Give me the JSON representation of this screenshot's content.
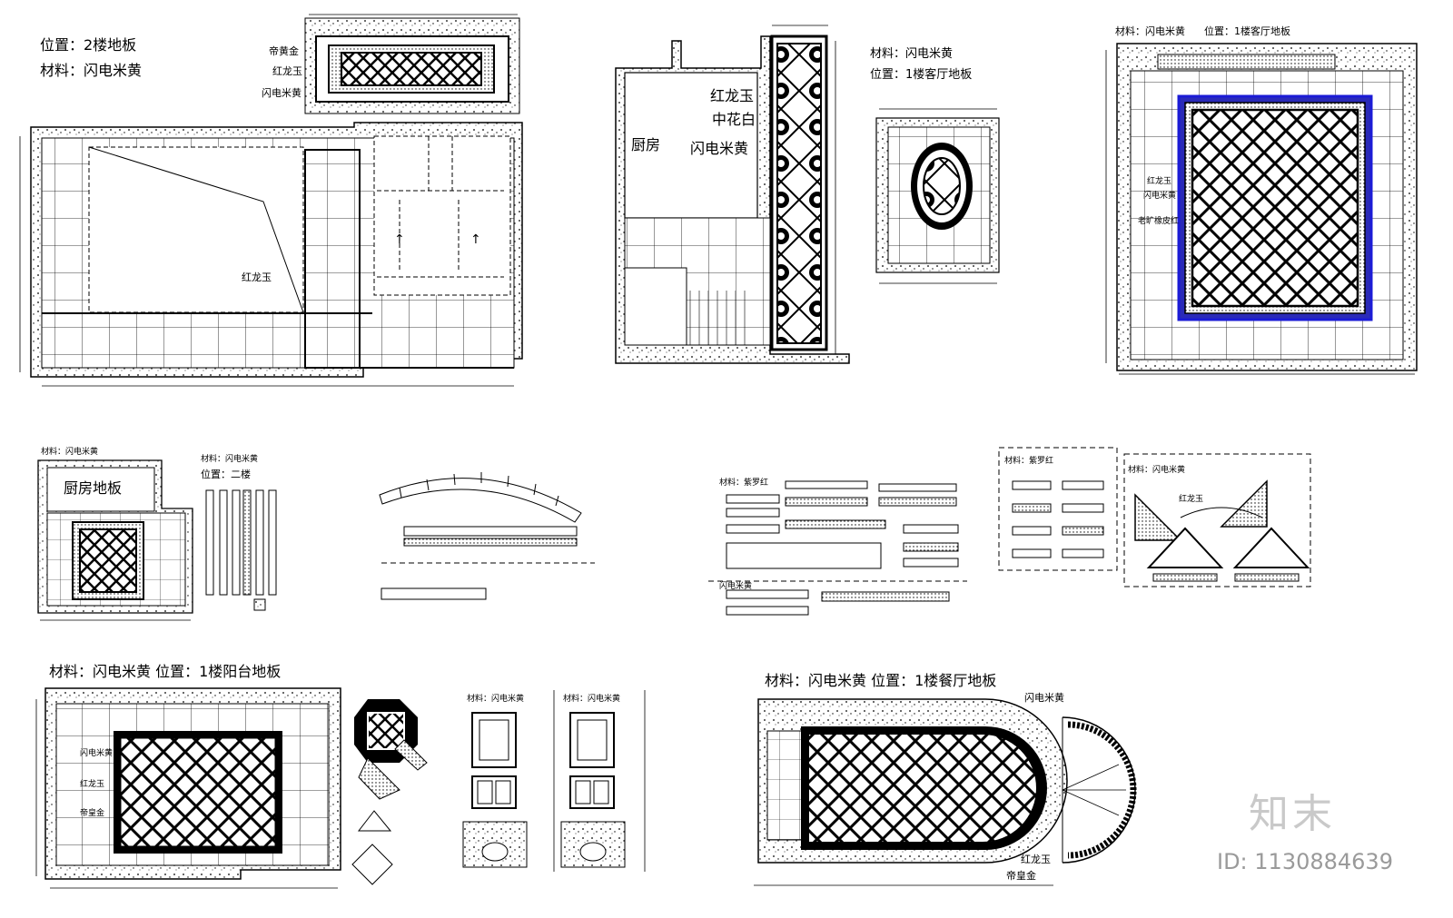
{
  "plan_tl": {
    "location": "位置：2楼地板",
    "material": "材料：闪电米黄",
    "callout_1": "帝黄金",
    "callout_2": "红龙玉",
    "callout_3": "闪电米黄",
    "region_label": "红龙玉"
  },
  "plan_tc": {
    "room": "厨房",
    "callout_1": "红龙玉",
    "callout_2": "中花白",
    "callout_3": "闪电米黄"
  },
  "plan_oval": {
    "material": "材料：闪电米黄",
    "location": "位置：1楼客厅地板"
  },
  "plan_tr": {
    "header": "材料：闪电米黄      位置：1楼客厅地板",
    "side_1": "红龙玉",
    "side_2": "闪电米黄",
    "side_3": "老旷橡皮红"
  },
  "plan_kitchen": {
    "material": "材料：闪电米黄",
    "room": "厨房地板"
  },
  "strips": {
    "material": "材料：闪电米黄",
    "location": "位置：二楼"
  },
  "mid_right": {
    "material_a": "材料：紫罗红",
    "material_b": "闪电米黄"
  },
  "box_a": {
    "material": "材料：紫罗红"
  },
  "box_b": {
    "material": "材料：闪电米黄",
    "side": "红龙玉"
  },
  "plan_bl": {
    "header": "材料：闪电米黄  位置：1楼阳台地板",
    "side_1": "闪电米黄",
    "side_2": "红龙玉",
    "side_3": "帝皇金"
  },
  "vanity": {
    "title_1": "材料：闪电米黄",
    "title_2": "材料：闪电米黄"
  },
  "plan_br": {
    "header": "材料：闪电米黄  位置：1楼餐厅地板",
    "callout_top": "闪电米黄",
    "callout_b1": "红龙玉",
    "callout_b2": "帝皇金"
  },
  "watermark": {
    "brand": "知末",
    "id": "ID: 1130884639"
  },
  "colors": {
    "line": "#000000",
    "accent_border": "#1b1bd6",
    "watermark": "#c9c9c9"
  }
}
